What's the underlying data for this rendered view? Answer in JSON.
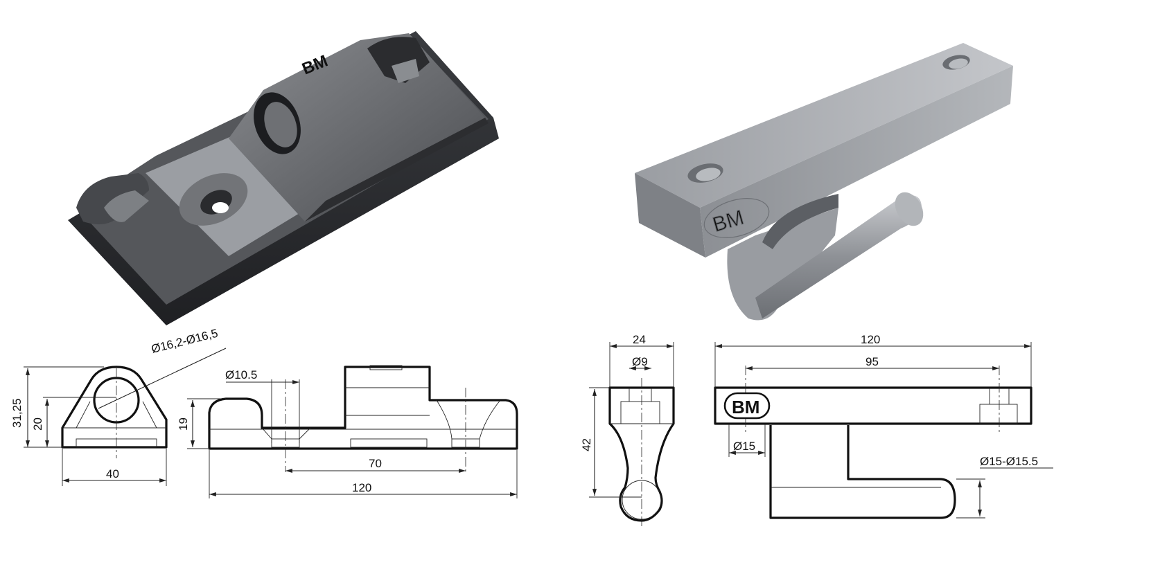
{
  "logo": {
    "mark": "BM"
  },
  "drawing_left": {
    "end_view": {
      "dia_label": "Ø16,2-Ø16,5",
      "overall_height": "31,25",
      "axis_height": "20",
      "width": "40"
    },
    "side_view": {
      "hole_label": "Ø10.5",
      "height": "19",
      "hole_spacing": "70",
      "length": "120"
    }
  },
  "drawing_right": {
    "end_view": {
      "width": "24",
      "hole": "Ø9",
      "height": "42"
    },
    "side_view": {
      "length": "120",
      "hole_spacing": "95",
      "counterbore": "Ø15",
      "pin_dia": "Ø15-Ø15.5"
    }
  }
}
